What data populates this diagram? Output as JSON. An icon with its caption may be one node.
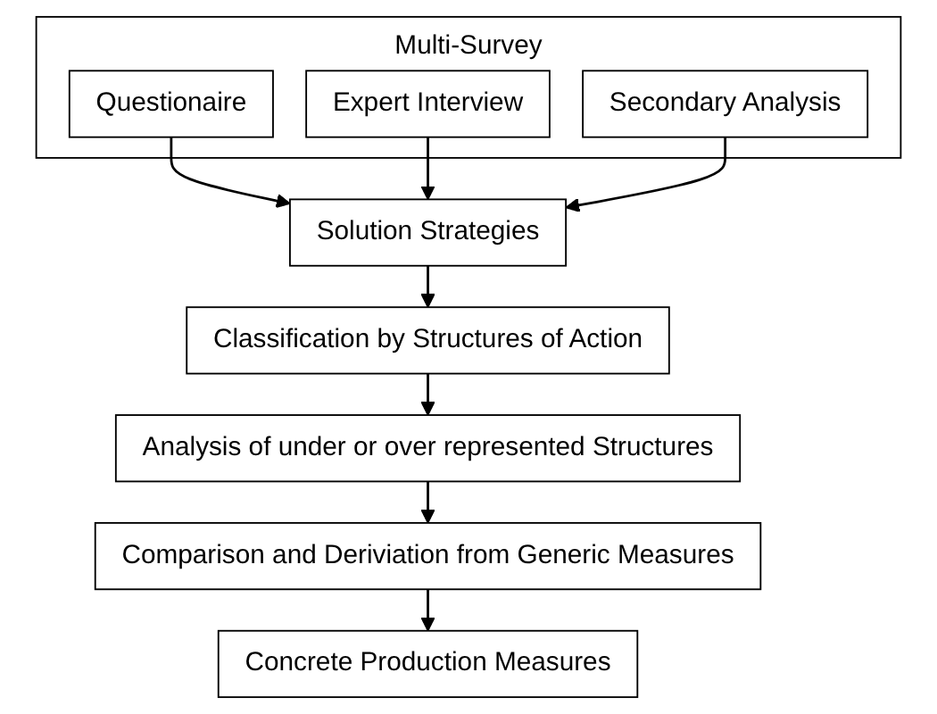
{
  "diagram": {
    "nodes": [
      {
        "text": [
          "Multi-Survey"
        ]
      },
      {
        "text": [
          "Questionaire"
        ],
        "in": 0
      },
      {
        "text": [
          "Expert Interview"
        ],
        "in": 0
      },
      {
        "text": [
          "Secondary Analysis"
        ],
        "in": 0
      },
      {
        "text": [
          "Solution Strategies"
        ]
      },
      {
        "text": [
          "Classification by Structures of Action"
        ]
      },
      {
        "text": [
          "Analysis of under or over represented Structures"
        ]
      },
      {
        "text": [
          "Comparison and Deriviation from Generic Measures"
        ]
      },
      {
        "text": [
          "Concrete Production Measures"
        ]
      }
    ],
    "edges": [
      {
        "from": 1,
        "to": 4,
        "arrow": "to"
      },
      {
        "from": 2,
        "to": 4,
        "arrow": "to"
      },
      {
        "from": 3,
        "to": 4,
        "arrow": "to"
      },
      {
        "from": 4,
        "to": 5,
        "arrow": "to"
      },
      {
        "from": 5,
        "to": 6,
        "arrow": "to"
      },
      {
        "from": 6,
        "to": 7,
        "arrow": "to"
      },
      {
        "from": 7,
        "to": 8,
        "arrow": "to"
      }
    ]
  }
}
